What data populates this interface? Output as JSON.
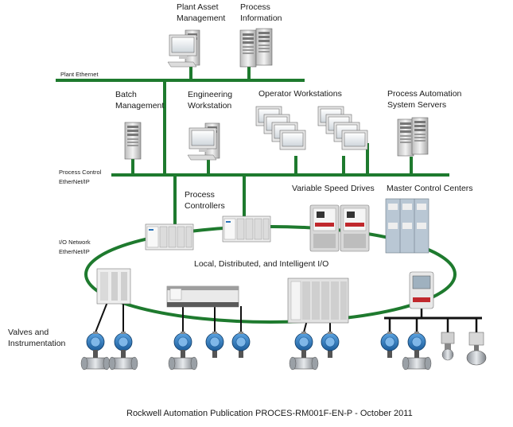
{
  "labels": {
    "plant_asset": [
      "Plant Asset",
      "Management"
    ],
    "process_info": [
      "Process",
      "Information"
    ],
    "plant_ethernet": "Plant Ethernet",
    "batch": [
      "Batch",
      "Management"
    ],
    "engineering": [
      "Engineering",
      "Workstation"
    ],
    "operator": "Operator Workstations",
    "pa_servers": [
      "Process Automation",
      "System Servers"
    ],
    "process_control": [
      "Process Control",
      "EtherNet/IP"
    ],
    "process_controllers": [
      "Process",
      "Controllers"
    ],
    "vsd": "Variable Speed Drives",
    "mcc": "Master Control Centers",
    "io_network": [
      "I/O Network",
      "EtherNet/IP"
    ],
    "local_io": "Local, Distributed, and Intelligent I/O",
    "valves": [
      "Valves and",
      "Instrumentation"
    ],
    "footer": "Rockwell Automation Publication PROCES-RM001F-EN-P - October 2011"
  },
  "colors": {
    "network_green": "#1e7a2e",
    "instrument_blue": "#2a72b8",
    "drive_red": "#c0282d"
  }
}
